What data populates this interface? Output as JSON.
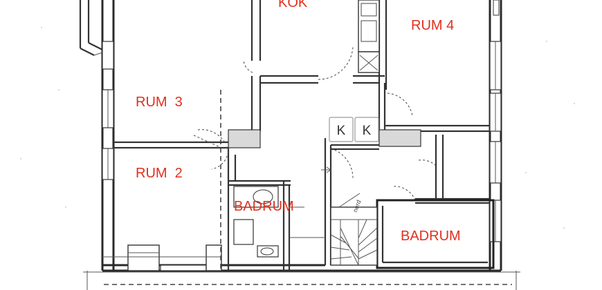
{
  "rooms": {
    "kok": "KÖK",
    "rum4": "RUM 4",
    "rum3": "RUM  3",
    "rum2": "RUM  2",
    "badrum_left": "BADRUM",
    "badrum_right": "BADRUM"
  },
  "keys": {
    "k1": "K",
    "k2": "K"
  },
  "stair_note": "nerd"
}
